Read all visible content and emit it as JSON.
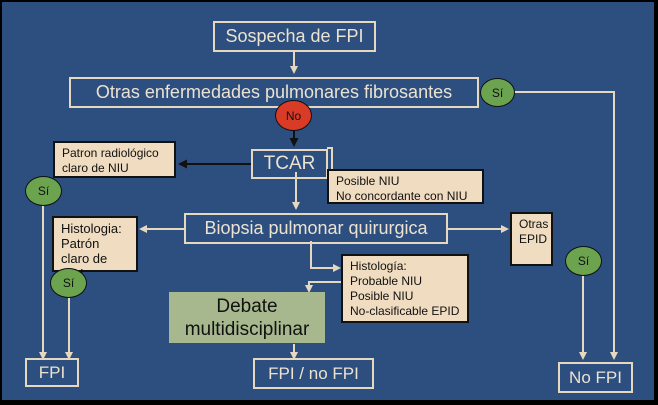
{
  "diagram": {
    "nodes": {
      "suspicion": "Sospecha de FPI",
      "other_fibrosing": "Otras enfermedades pulmonares fibrosantes",
      "tcar": "TCAR",
      "radiologic_uip": "Patron radiológico\nclaro de NIU",
      "possible_uip": "Posible NIU\nNo concordante con NIU",
      "biopsy": "Biopsia pulmonar quirurgica",
      "histology_clear": "Histologia:\nPatrón\nclaro de NIU",
      "other_ild": "Otras\nEPID",
      "histology_probable": "Histología:\nProbable NIU\nPosible NIU\nNo-clasificable EPID",
      "debate": "Debate\nmultidisciplinar",
      "result_ipf": "FPI",
      "result_ipf_or_not": "FPI / no FPI",
      "result_no_ipf": "No FPI"
    },
    "decisions": {
      "yes_top": "Sí",
      "no_top": "No",
      "yes_radiologic": "Sí",
      "yes_histology": "Sí",
      "yes_other_ild": "Sí"
    },
    "colors": {
      "background": "#2c4f80",
      "outline": "#e6d8bf",
      "note_fill": "#f0dcc0",
      "debate_fill": "#a7b88e",
      "yes_fill": "#6ba34f",
      "no_fill": "#d93b26"
    }
  }
}
